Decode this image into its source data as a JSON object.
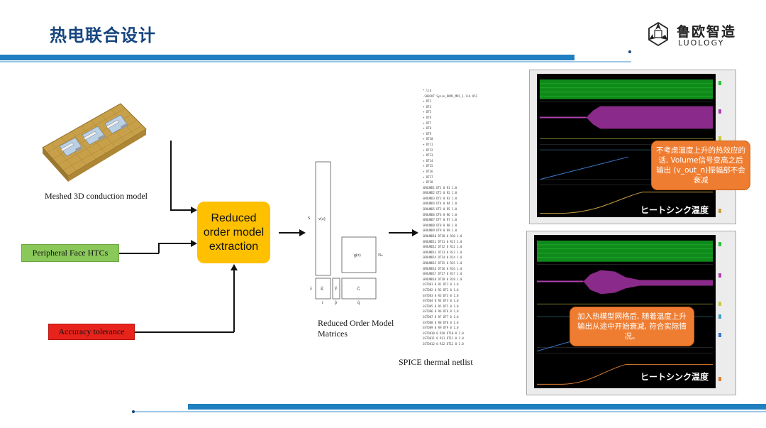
{
  "header": {
    "title": "热电联合设计",
    "logo_cn": "鲁欧智造",
    "logo_en": "LUOLOGY"
  },
  "diagram": {
    "model_caption": "Meshed 3D conduction model",
    "htc_label": "Peripheral Face HTCs",
    "accuracy_label": "Accuracy tolerance",
    "rom_label": "Reduced order model extraction",
    "matrices_caption_line1": "Reduced Order Model",
    "matrices_caption_line2": "Matrices",
    "netlist_caption": "SPICE thermal netlist",
    "matrix_symbols": {
      "s": "S",
      "v": "v(z)",
      "g": "g(z)",
      "n": "Nₕ",
      "k": "K̂",
      "f": "F̂",
      "G": "G̃",
      "lam": "λ",
      "i": "i",
      "p": "p̂",
      "q": "q̃"
    },
    "netlist_lines": [
      "*.lib",
      ".SUBCKT Sysco_ROM3_MRC_1.lib U51",
      "+ DT3",
      "+ DT4",
      "+ DT5",
      "+ DT6",
      "+ DT7",
      "+ DT8",
      "+ DT9",
      "+ DT10",
      "+ DT11",
      "+ DT12",
      "+ DT13",
      "+ DT14",
      "+ DT15",
      "+ DT16",
      "+ DT17",
      "+ DT18",
      "GROUND1 DT1 0 R1 1.0",
      "GROUND2 DT2 0 R2 1.0",
      "GROUND3 DT3 0 R3 1.0",
      "GROUND4 DT4 0 R4 1.0",
      "GROUND5 DT5 0 R5 1.0",
      "GROUND6 DT6 0 R6 1.0",
      "GROUND7 DT7 0 R7 1.0",
      "GROUND8 DT8 0 R8 1.0",
      "GROUND9 DT9 0 R9 1.0",
      "GROUND10 DT10 0 R10 1.0",
      "GROUND11 DT11 0 R11 1.0",
      "GROUND12 DT12 0 R12 1.0",
      "GROUND13 DT13 0 R13 1.0",
      "GROUND14 DT14 0 R14 1.0",
      "GROUND15 DT15 0 R15 1.0",
      "GROUND16 DT16 0 R16 1.0",
      "GROUND17 DT17 0 R17 1.0",
      "GROUND18 DT18 0 R18 1.0",
      "GSTD81 0 R1 DT1 0 1.0",
      "GSTD82 0 R2 DT2 0 1.0",
      "GSTD83 0 R3 DT3 0 1.0",
      "GSTD84 0 R4 DT4 0 1.0",
      "GSTD85 0 R5 DT5 0 1.0",
      "GSTD86 0 R6 DT6 0 1.0",
      "GSTD87 0 R7 DT7 0 1.0",
      "GSTD88 0 R8 DT8 0 1.0",
      "GSTD89 0 R9 DT9 0 1.0",
      "GSTD810 0 R10 DT10 0 1.0",
      "GSTD811 0 R11 DT11 0 1.0",
      "GSTD812 0 R12 DT12 0 1.0"
    ]
  },
  "screens": {
    "top": {
      "callout": "不考虑温度上升的热效应的话, Volume信号变高之后输出 (v_out_n)振幅部不会衰减",
      "heatsink_label": "ヒートシンク温度"
    },
    "bottom": {
      "callout": "加入热模型网格后, 随着温度上升输出从途中开始衰减, 符合实际情况。",
      "heatsink_label": "ヒートシンク温度"
    }
  },
  "colors": {
    "title": "#17457e",
    "band": "#1f7fc0",
    "rom_box": "#ffc000",
    "htc_box": "#8bc85a",
    "accuracy_box": "#e8231c",
    "callout": "#ef7d31"
  }
}
